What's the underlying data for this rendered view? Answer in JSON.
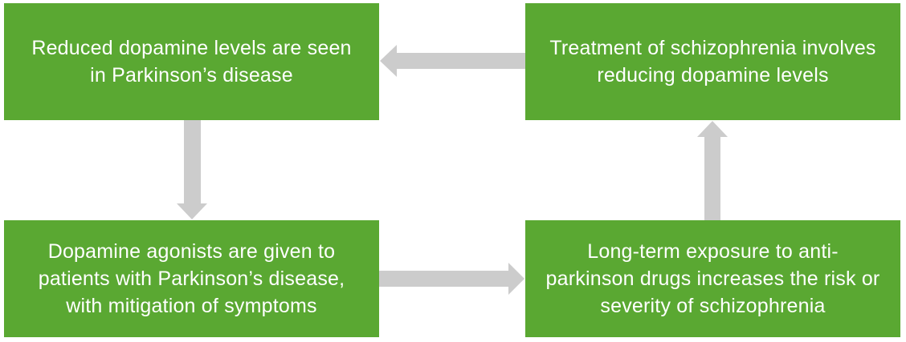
{
  "diagram": {
    "colors": {
      "box_fill": "#5aa832",
      "box_text": "#ffffff",
      "arrow": "#cccccc"
    },
    "boxes": {
      "top_left": {
        "lines": [
          "Reduced dopamine levels are seen",
          "in Parkinson’s disease"
        ]
      },
      "top_right": {
        "lines": [
          "Treatment of schizophrenia involves",
          "reducing dopamine levels"
        ]
      },
      "bottom_left": {
        "lines": [
          "Dopamine agonists are given to",
          "patients with Parkinson’s disease,",
          "with mitigation of symptoms"
        ]
      },
      "bottom_right": {
        "lines": [
          "Long-term exposure to anti-",
          "parkinson drugs increases the risk or",
          "severity of schizophrenia"
        ]
      }
    },
    "flow": [
      {
        "from": "top_left",
        "to": "bottom_left",
        "direction": "down"
      },
      {
        "from": "bottom_left",
        "to": "bottom_right",
        "direction": "right"
      },
      {
        "from": "bottom_right",
        "to": "top_right",
        "direction": "up"
      },
      {
        "from": "top_right",
        "to": "top_left",
        "direction": "left"
      }
    ]
  }
}
